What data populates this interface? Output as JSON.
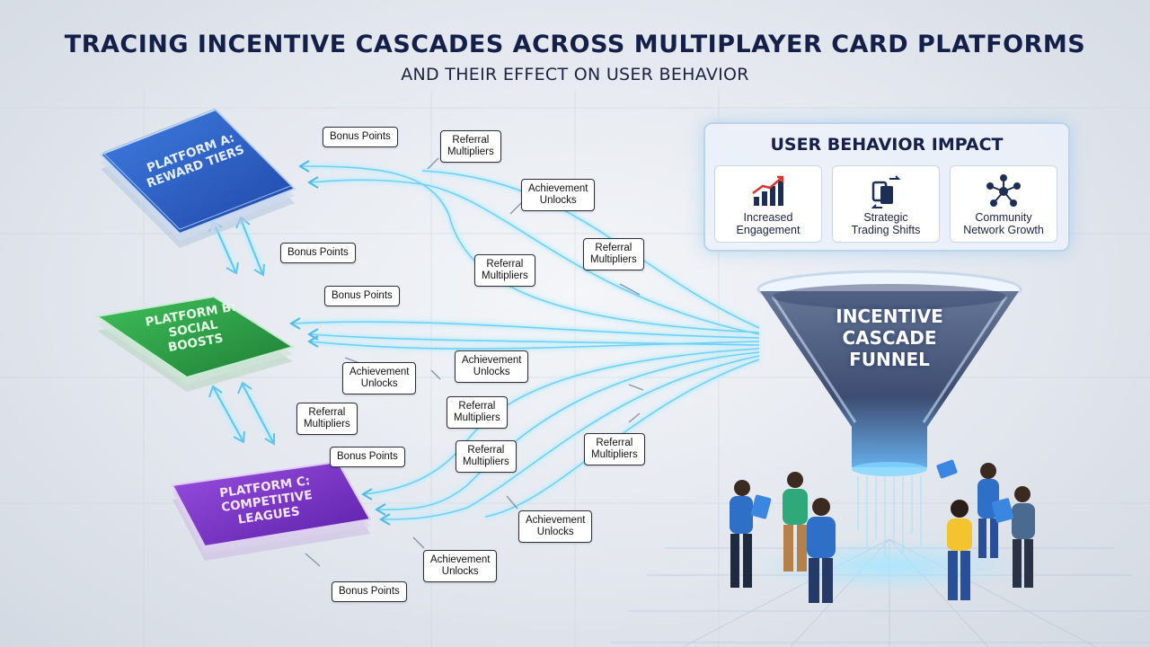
{
  "title": "TRACING INCENTIVE CASCADES ACROSS MULTIPLAYER CARD PLATFORMS",
  "subtitle": "AND THEIR EFFECT ON USER BEHAVIOR",
  "platforms": [
    {
      "label": "PLATFORM A:\nREWARD TIERS",
      "color": "#2f5fc0"
    },
    {
      "label": "PLATFORM B:\nSOCIAL\nBOOSTS",
      "color": "#2e9a46"
    },
    {
      "label": "PLATFORM C:\nCOMPETITIVE\nLEAGUES",
      "color": "#7a2fc4"
    }
  ],
  "labels": [
    "Bonus Points",
    "Referral\nMultipliers",
    "Achievement\nUnlocks",
    "Bonus Points",
    "Referral\nMultipliers",
    "Referral\nMultipliers",
    "Bonus Points",
    "Achievement\nUnlocks",
    "Achievement\nUnlocks",
    "Referral\nMultipliers",
    "Referral\nMultipliers",
    "Referral\nMultipliers",
    "Referral\nMultipliers",
    "Bonus Points",
    "Achievement\nUnlocks",
    "Achievement\nUnlocks",
    "Bonus Points"
  ],
  "impact": {
    "title": "USER BEHAVIOR IMPACT",
    "items": [
      {
        "icon": "bar-chart-growth-icon",
        "label": "Increased\nEngagement"
      },
      {
        "icon": "card-trade-icon",
        "label": "Strategic\nTrading Shifts"
      },
      {
        "icon": "network-icon",
        "label": "Community\nNetwork Growth"
      }
    ]
  },
  "funnel": {
    "label": "INCENTIVE\nCASCADE\nFUNNEL"
  },
  "colors": {
    "accent": "#7fd6ff",
    "title": "#14204a"
  }
}
